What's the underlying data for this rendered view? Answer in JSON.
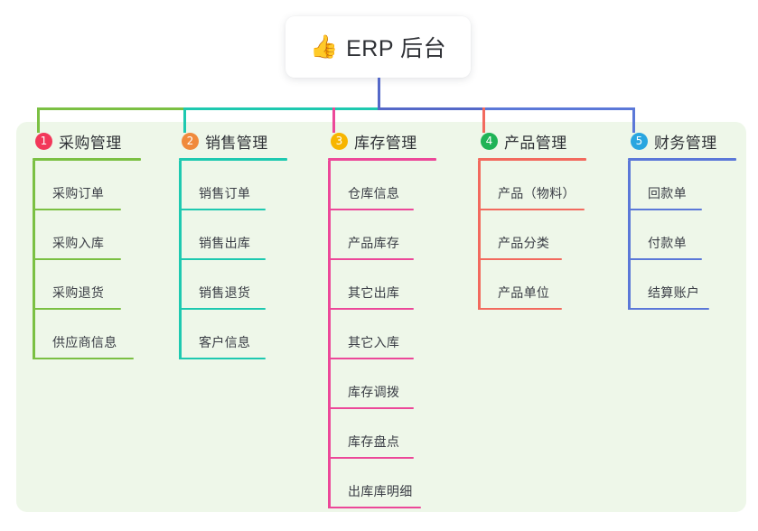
{
  "root": {
    "icon": "thumbs-up-emoji",
    "icon_glyph": "👍",
    "title": "ERP 后台"
  },
  "theme": {
    "panel_bg": "#eef7e9",
    "page_bg": "#ffffff",
    "root_card_bg": "#ffffff",
    "text": "#2f3136",
    "trunk_line": "#5468c8"
  },
  "branches": [
    {
      "number": "1",
      "label": "采购管理",
      "badge_color": "#f2385a",
      "line_color": "#7bc043",
      "rule_width": 120,
      "items": [
        {
          "label": "采购订单",
          "rule_width": 98
        },
        {
          "label": "采购入库",
          "rule_width": 98
        },
        {
          "label": "采购退货",
          "rule_width": 98
        },
        {
          "label": "供应商信息",
          "rule_width": 112
        }
      ]
    },
    {
      "number": "2",
      "label": "销售管理",
      "badge_color": "#f08a3c",
      "line_color": "#1ec9b0",
      "rule_width": 120,
      "items": [
        {
          "label": "销售订单",
          "rule_width": 96
        },
        {
          "label": "销售出库",
          "rule_width": 96
        },
        {
          "label": "销售退货",
          "rule_width": 96
        },
        {
          "label": "客户信息",
          "rule_width": 96
        }
      ]
    },
    {
      "number": "3",
      "label": "库存管理",
      "badge_color": "#f7b500",
      "line_color": "#ec4899",
      "rule_width": 120,
      "items": [
        {
          "label": "仓库信息",
          "rule_width": 95
        },
        {
          "label": "产品库存",
          "rule_width": 95
        },
        {
          "label": "其它出库",
          "rule_width": 95
        },
        {
          "label": "其它入库",
          "rule_width": 95
        },
        {
          "label": "库存调拨",
          "rule_width": 95
        },
        {
          "label": "库存盘点",
          "rule_width": 95
        },
        {
          "label": "出库库明细",
          "rule_width": 103
        }
      ]
    },
    {
      "number": "4",
      "label": "产品管理",
      "badge_color": "#1fb356",
      "line_color": "#f26a5e",
      "rule_width": 120,
      "items": [
        {
          "label": "产品（物料）",
          "rule_width": 118
        },
        {
          "label": "产品分类",
          "rule_width": 93
        },
        {
          "label": "产品单位",
          "rule_width": 93
        }
      ]
    },
    {
      "number": "5",
      "label": "财务管理",
      "badge_color": "#29a6e0",
      "line_color": "#5b78d8",
      "rule_width": 120,
      "items": [
        {
          "label": "回款单",
          "rule_width": 82
        },
        {
          "label": "付款单",
          "rule_width": 82
        },
        {
          "label": "结算账户",
          "rule_width": 90
        }
      ]
    }
  ]
}
